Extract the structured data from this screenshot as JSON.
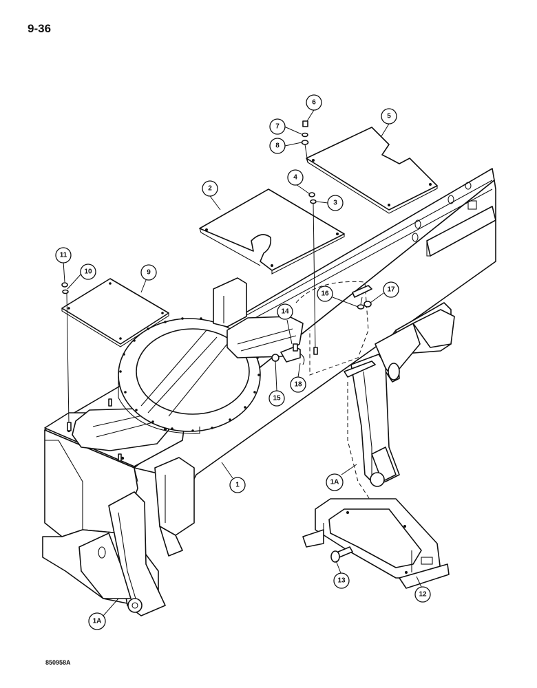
{
  "page": {
    "number": "9-36",
    "drawing_code": "850958A"
  },
  "callouts": [
    {
      "id": "c6",
      "label": "6"
    },
    {
      "id": "c5",
      "label": "5"
    },
    {
      "id": "c7",
      "label": "7"
    },
    {
      "id": "c8",
      "label": "8"
    },
    {
      "id": "c2",
      "label": "2"
    },
    {
      "id": "c4",
      "label": "4"
    },
    {
      "id": "c3",
      "label": "3"
    },
    {
      "id": "c11",
      "label": "11"
    },
    {
      "id": "c10",
      "label": "10"
    },
    {
      "id": "c9",
      "label": "9"
    },
    {
      "id": "c16",
      "label": "16"
    },
    {
      "id": "c17",
      "label": "17"
    },
    {
      "id": "c14",
      "label": "14"
    },
    {
      "id": "c18",
      "label": "18"
    },
    {
      "id": "c15",
      "label": "15"
    },
    {
      "id": "c1",
      "label": "1"
    },
    {
      "id": "c1a_right",
      "label": "1A"
    },
    {
      "id": "c1a_left",
      "label": "1A"
    },
    {
      "id": "c13",
      "label": "13"
    },
    {
      "id": "c12",
      "label": "12"
    }
  ]
}
